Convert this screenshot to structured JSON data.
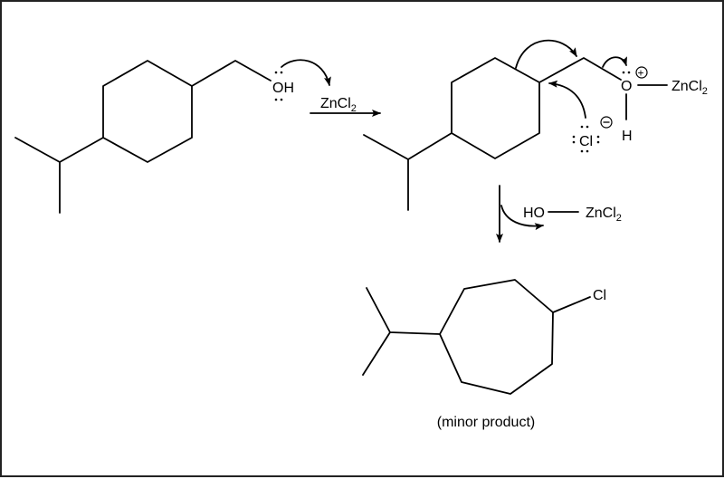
{
  "reactant": {
    "oh_label": "OH"
  },
  "reaction_arrow": {
    "reagent": "ZnCl",
    "reagent_subscript": "2"
  },
  "intermediate": {
    "oxygen_label": "O",
    "oxygen_charge": "+",
    "zinc_label": "ZnCl",
    "zinc_subscript": "2",
    "hydrogen_label": "H",
    "chloride_label": "Cl",
    "chloride_charge": "−"
  },
  "leaving_group": {
    "ho_label": "HO",
    "zinc_label": "ZnCl",
    "zinc_subscript": "2"
  },
  "product": {
    "cl_label": "Cl",
    "caption": "(minor product)"
  }
}
